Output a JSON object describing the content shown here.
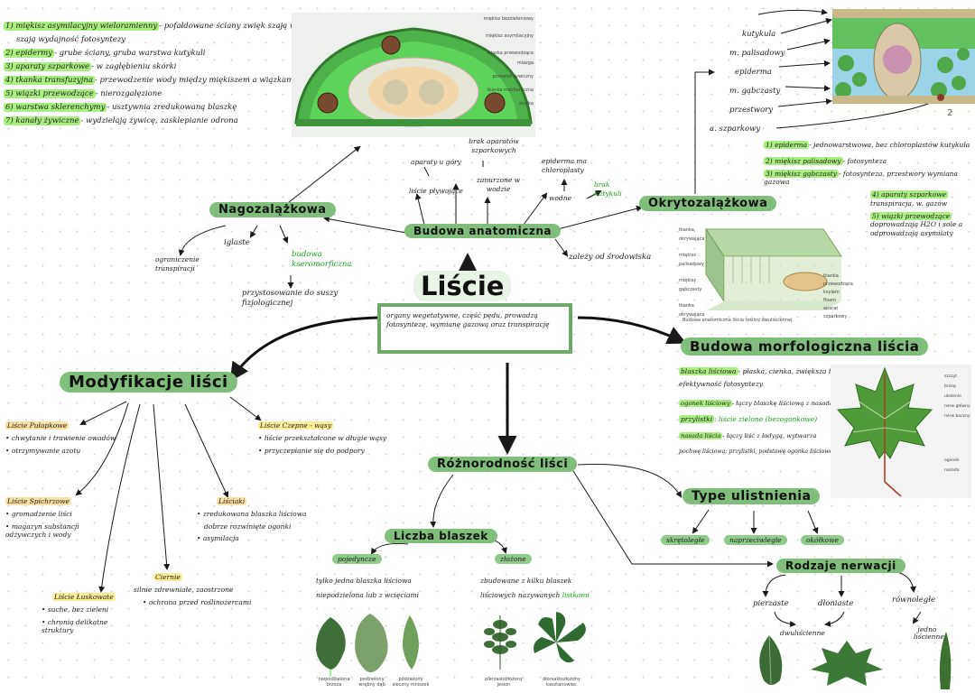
{
  "center": {
    "title": "Liście",
    "definition": "organy wegetatywne, część pędu, prowadzą fotosyntezę, wymianę gazową oraz transpirację"
  },
  "top_left_list": [
    {
      "term": "1) miękisz asymilacyjny wieloramienny",
      "desc": "- pofałdowane ściany zwięk szają wydajność fotosyntezy"
    },
    {
      "term": "2) epidermy",
      "desc": "- grube ściany, gruba warstwa kutykuli"
    },
    {
      "term": "3) aparaty szparkowe",
      "desc": "- w zagłębieniu skórki"
    },
    {
      "term": "4) tkanka transfuzyjna",
      "desc": "- przewodzenie wody między miękiszem a wiązkami przewodzącymi"
    },
    {
      "term": "5) wiązki przewodzące",
      "desc": "- nierozgałęzione"
    },
    {
      "term": "6) warstwa sklerenchymy",
      "desc": "- usztywnia zredukowaną blaszkę"
    },
    {
      "term": "7) kanały żywiczne",
      "desc": "- wydzielają żywicę, zasklepianie odrona"
    }
  ],
  "conifer_section_labels": [
    "miękisz bezzieleniowy",
    "miękisz asymilacyjny",
    "wiązka przewodząca",
    "miazga",
    "przewód żywiczny",
    "tkanka mechaniczna",
    "skórka"
  ],
  "nagozalazkowa": {
    "label": "Nagozalążkowa",
    "iglaste": "iglaste",
    "ograniczenie": "ograniczenie transpiracji",
    "budowa": "budowa kseromorficzna",
    "przystosowanie": "przystosowanie do suszy fizjologicznej"
  },
  "budowa_anatomiczna": {
    "label": "Budowa anatomiczna",
    "notes": {
      "aparaty": "aparaty u góry",
      "brak_aparatow": "brak aparatów szparkowych",
      "liscie_plywajace": "liście pływające",
      "zanurzone": "zanurzone w wodzie",
      "epiderma": "epiderma ma chloroplasty",
      "wodne": "wodne",
      "brak_kutykuli": "brak kutykuli",
      "zalezy": "zależy od środowiska"
    }
  },
  "okrytozalazkowa": {
    "label": "Okrytozalążkowa",
    "section_labels": [
      "kutykula",
      "m. palisadowy",
      "epiderma",
      "m. gąbczasty",
      "przestwory",
      "a. szparkowy"
    ],
    "figure_number": "2",
    "list": [
      {
        "term": "1) epiderma",
        "desc": "- jednowarstwowa, bez chloroplastów kutykula"
      },
      {
        "term": "2) miękisz palisadowy",
        "desc": "- fotosynteza"
      },
      {
        "term": "3) miękisz gąbczasty",
        "desc": "- fotosynteza, przestwory wymiana gazowa"
      },
      {
        "term": "4) aparaty szparkowe",
        "desc": "transpiracja, w. gazów"
      },
      {
        "term": "5) wiązki przewodzące",
        "desc": "doprowadzają H2O i sole a odprowadzają asymilaty"
      }
    ],
    "figure_caption": "Budowa anatomiczna liścia rośliny dwuliściennej.",
    "figure_labels": [
      "tkanka okrywająca",
      "miękisz palisadowy",
      "miękisz gąbczasty",
      "tkanka okrywająca",
      "tkanka przewodząca",
      "ksylem",
      "floem",
      "aparat szparkowy"
    ]
  },
  "budowa_morfologiczna": {
    "label": "Budowa morfologiczna liścia",
    "lines": [
      {
        "term": "blaszka liściowa",
        "desc": "- płaska, cienka, zwiększa to efektywność fotosyntezy"
      },
      {
        "term": "ogonek liściowy",
        "desc": "- łączy blaszkę liściową z nasadą"
      },
      {
        "term": "przylistki",
        "desc": ": liście zielone (bezogonkowe)"
      },
      {
        "term": "nasada liścia",
        "desc": "- łączy liść z łodygą, wytwarza"
      },
      {
        "term": "",
        "desc": "pochwę liściową; przylistki, podstawę ogonka liściowego"
      }
    ],
    "leaf_labels": [
      "szczyt",
      "brzeg",
      "ułożenie",
      "nerw główny",
      "nerw boczny",
      "ogonek",
      "nasada"
    ]
  },
  "modyfikacje": {
    "label": "Modyfikacje liści",
    "items": [
      {
        "title": "Liście Pułapkowe",
        "bullets": [
          "chwytanie i trawienie owadów",
          "otrzymywanie azotu"
        ]
      },
      {
        "title": "Liście Spichrzowe",
        "bullets": [
          "gromadzenie liści",
          "magazyn substancji odżywczych i wody"
        ]
      },
      {
        "title": "Liście Czepne - wąsy",
        "bullets": [
          "liście przekształcone w długie wąsy",
          "przyczepianie się do podpory"
        ]
      },
      {
        "title": "Liściaki",
        "bullets": [
          "zredukowana blaszka liściowa",
          "dobrze rozwinięte ogonki",
          "asymilacja"
        ]
      },
      {
        "title": "Ciernie",
        "bullets": [
          "ochrona przed roślinożercami"
        ]
      },
      {
        "title": "Liście Łuskowate",
        "bullets": [
          "suche, bez zieleni",
          "chronią delikatne struktury"
        ]
      }
    ],
    "ciernie_note": "silnie zdrewniałe, zaostrzone"
  },
  "roznorodnosc": {
    "label": "Różnorodność liści",
    "liczba_blaszek": {
      "label": "Liczba blaszek",
      "pojedyncze": {
        "label": "pojedyncze",
        "desc": "tylko jedna blaszka liściowa niepodzielona lub z wcięciami"
      },
      "zlozone": {
        "label": "złożone",
        "desc": "zbudowane z kilku blaszek liściowych nazywanych listkami"
      }
    },
    "captions": [
      "niepodzielona brzoza",
      "podzielony wrębny dąb",
      "podzielony sieczny mniszek",
      "pierzastozłożony jesion",
      "dłoniastozłożony kasztanowiec"
    ]
  },
  "typy_ulistnienia": {
    "label": "Type ulistnienia",
    "items": [
      "skrętoległe",
      "naprzeciwległe",
      "okółkowe"
    ]
  },
  "rodzaje_nerwacji": {
    "label": "Rodzaje nerwacji",
    "items": [
      "pierzaste",
      "dłoniaste",
      "równoległe"
    ],
    "notes": [
      "dwuliścienne",
      "jedno liścienne"
    ]
  },
  "colors": {
    "pill": "#7fbf7b",
    "highlight_green": "#a9ef7f",
    "highlight_yellow": "#fbee96",
    "frame": "#6fa86b",
    "arrow": "#1a1a1a"
  }
}
